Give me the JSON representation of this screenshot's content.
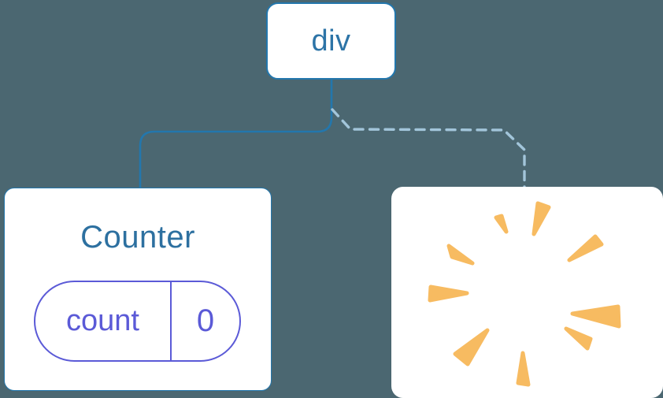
{
  "diagram": {
    "description": "React component tree: a div root keeps the Counter child (state preserved) while the second child is removed (poof)",
    "root_node": {
      "label": "div"
    },
    "connectors": [
      {
        "to": "counter-card",
        "style": "solid"
      },
      {
        "to": "destroyed-card",
        "style": "dashed"
      }
    ],
    "counter_card": {
      "title": "Counter",
      "state": {
        "key": "count",
        "value": "0"
      }
    },
    "destroyed_card": {
      "icon": "poof-starburst-icon"
    }
  },
  "colors": {
    "background": "#4b6771",
    "node_border_blue": "#2377ad",
    "node_text_blue": "#2d74a7",
    "component_title_blue": "#2d70a0",
    "dashed_connector_blue": "#a2c5da",
    "state_purple": "#5b5ad7",
    "poof_orange": "#f7bb61",
    "card_white": "#ffffff"
  }
}
